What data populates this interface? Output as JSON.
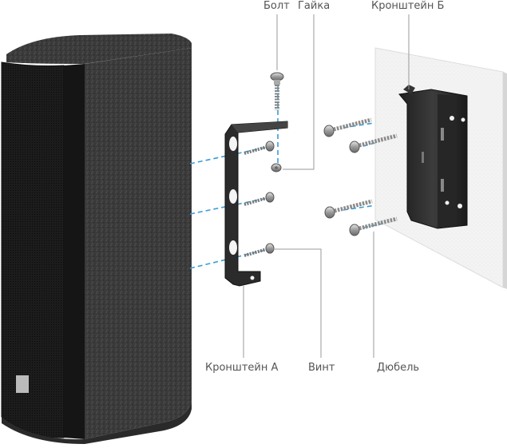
{
  "labels": {
    "bolt": "Болт",
    "nut": "Гайка",
    "bracket_b": "Кронштейн Б",
    "bracket_a": "Кронштейн А",
    "screw": "Винт",
    "dowel": "Дюбель"
  },
  "colors": {
    "speaker_body": "#2c2c2c",
    "speaker_grille": "#1e1e1e",
    "bracket": "#3a3a3a",
    "wall": "#f2f2f2",
    "dashed_line": "#3a9bd5",
    "leader_line": "#999999",
    "label_text": "#555555"
  },
  "icons": {
    "screw": "hex-screw-icon",
    "bolt": "bolt-icon",
    "nut": "nut-icon"
  }
}
